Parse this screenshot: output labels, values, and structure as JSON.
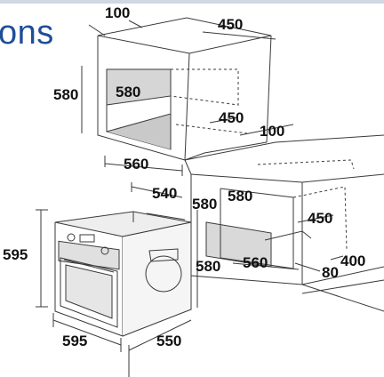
{
  "header": {
    "title_fragment": "ons",
    "title_color": "#1f4e99",
    "top_rule_color": "#cfd8e3"
  },
  "diagram": {
    "line_color": "#3a3a3a",
    "dimensions": {
      "cabinet_top_width": "100",
      "cabinet_top_depth": "450",
      "wall_cutout_height": "580",
      "wall_inner_height": "580",
      "wall_inner_depth": "450",
      "wall_lower_clearance": "100",
      "wall_inner_width": "560",
      "oven_depth": "540",
      "oven_cutout_side_height": "580",
      "undercounter_inner_height": "580",
      "undercounter_depth": "450",
      "oven_height": "595",
      "oven_body_height": "580",
      "undercounter_width": "560",
      "undercounter_bottom": "80",
      "undercounter_plinth": "400",
      "oven_width": "595",
      "oven_body_depth": "550"
    }
  }
}
